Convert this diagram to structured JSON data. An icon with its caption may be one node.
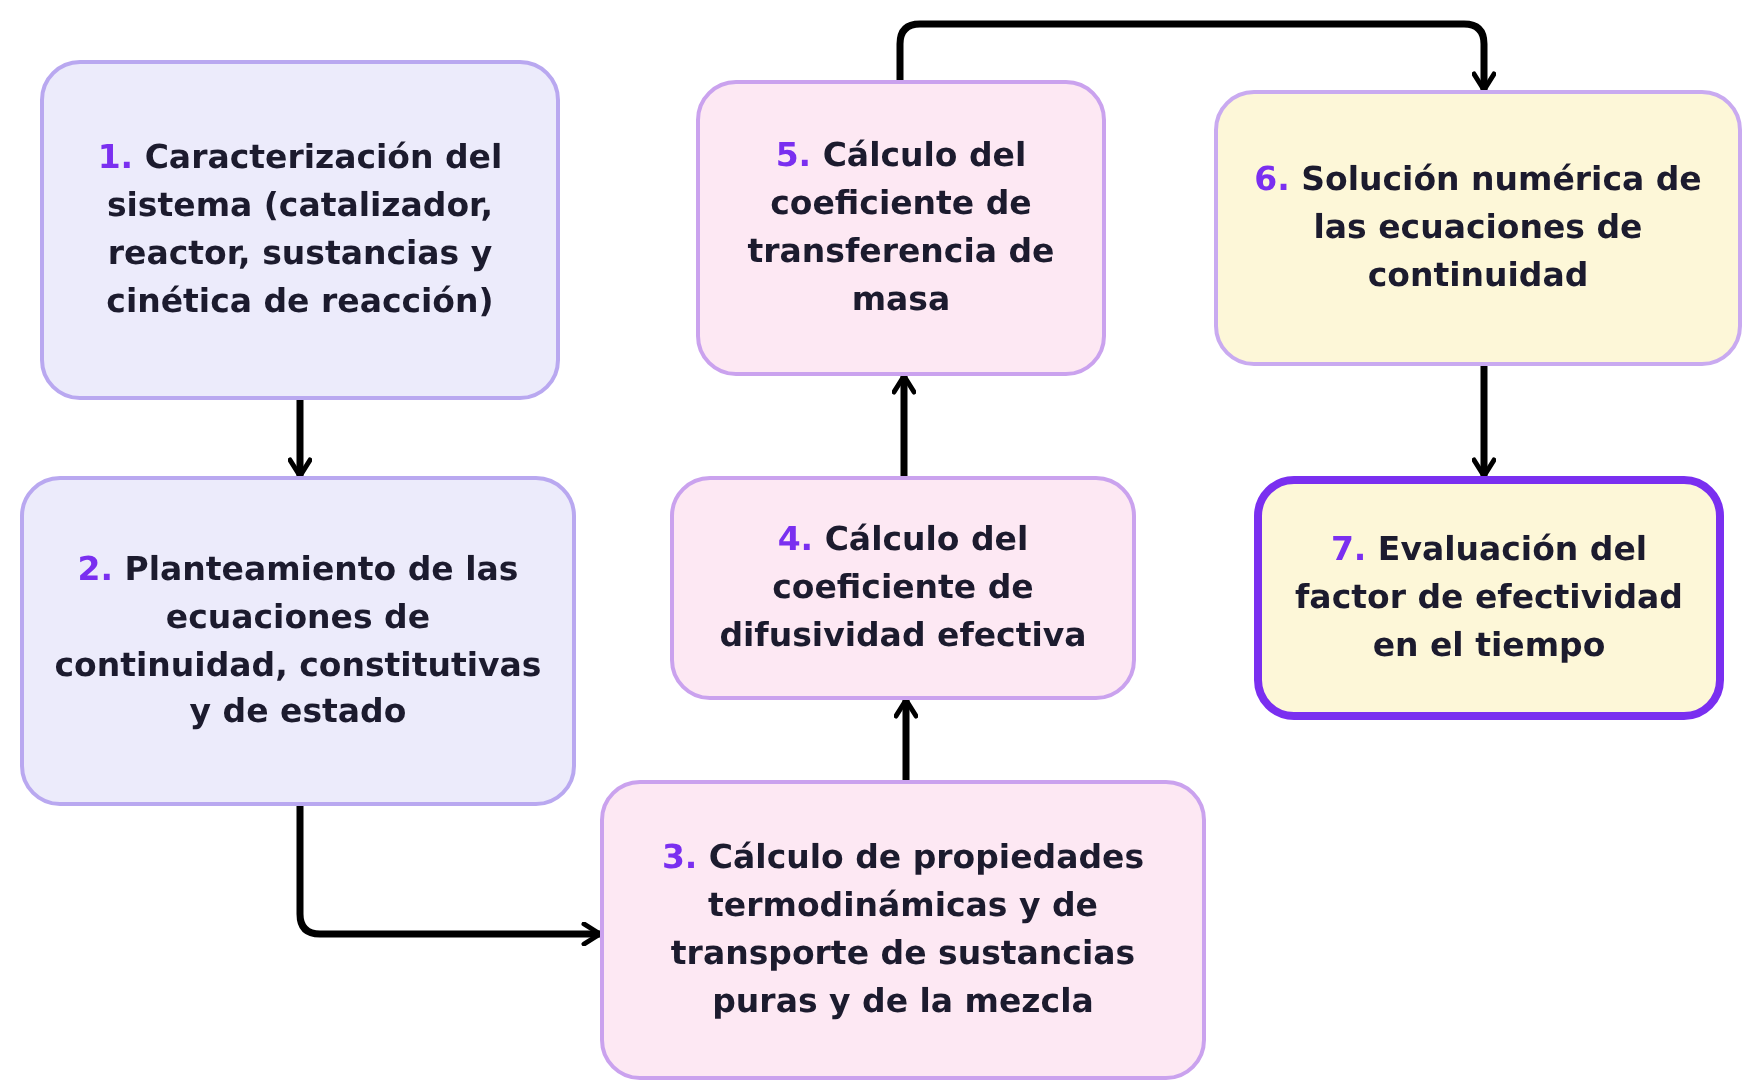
{
  "diagram": {
    "nodes": [
      {
        "text": [
          "1. Caracterización del sistema (catalizador, reactor, sustancias y cinética de reacción)"
        ]
      },
      {
        "text": [
          "2. Planteamiento de las ecuaciones de continuidad, constitutivas y de estado"
        ]
      },
      {
        "text": [
          "3. Cálculo de propiedades termodinámicas y de transporte de sustancias puras y de la mezcla"
        ]
      },
      {
        "text": [
          "4. Cálculo del coeficiente de difusividad efectiva"
        ]
      },
      {
        "text": [
          "5. Cálculo del coeficiente de transferencia de masa"
        ]
      },
      {
        "text": [
          "6. Solución numérica de las ecuaciones de continuidad"
        ]
      },
      {
        "text": [
          "7. Evaluación del factor de efectividad en el tiempo"
        ]
      }
    ],
    "edges": [
      {
        "from": 0,
        "to": 1,
        "arrow": "to"
      },
      {
        "from": 1,
        "to": 2,
        "arrow": "to"
      },
      {
        "from": 2,
        "to": 3,
        "arrow": "to"
      },
      {
        "from": 3,
        "to": 4,
        "arrow": "to"
      },
      {
        "from": 4,
        "to": 5,
        "arrow": "to"
      },
      {
        "from": 5,
        "to": 6,
        "arrow": "to"
      }
    ]
  }
}
